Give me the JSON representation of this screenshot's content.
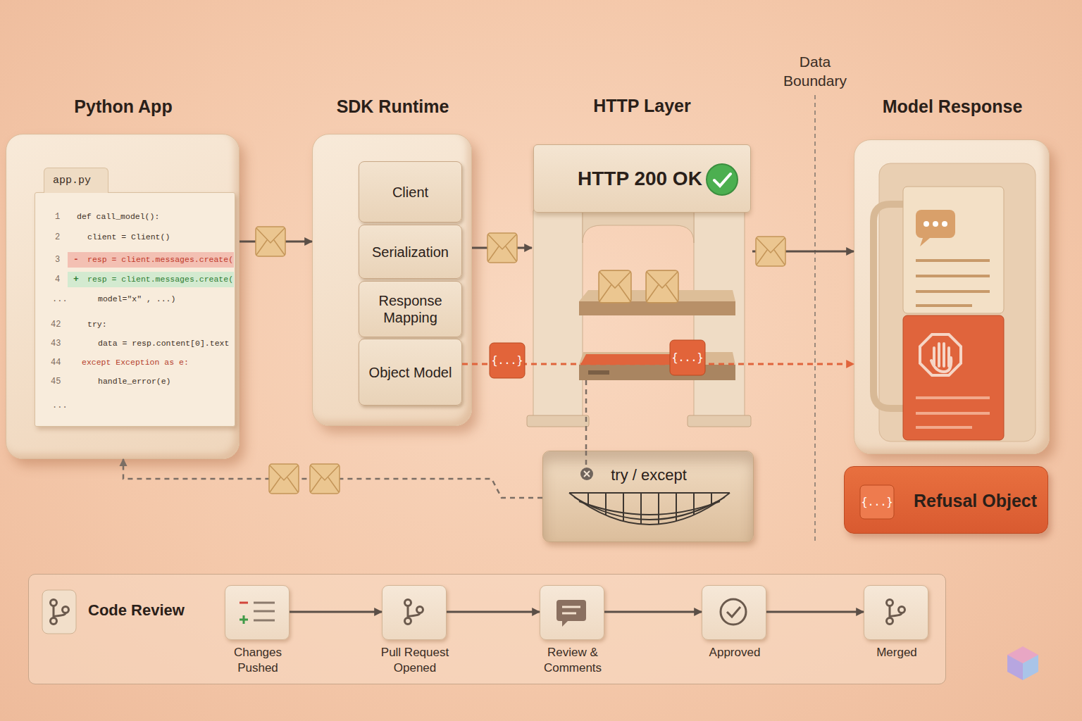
{
  "diagram": {
    "nodes": [
      {
        "text": [
          "Python App"
        ]
      },
      {
        "text": [
          "app.py",
          "1",
          "def call_model():",
          "2",
          "client = Client()",
          "3",
          "-",
          "resp = client.messages.create(",
          "4",
          "+",
          "resp = client.messages.create(",
          "...",
          "model=\"x\" , ...)",
          "42",
          "try:",
          "43",
          "data = resp.content[0].text",
          "44",
          "except Exception as e:",
          "45",
          "handle_error(e)",
          "..."
        ],
        "in": 0
      },
      {
        "text": [
          "SDK Runtime"
        ]
      },
      {
        "text": [
          "Client"
        ],
        "in": 2
      },
      {
        "text": [
          "Serialization"
        ],
        "in": 2
      },
      {
        "text": [
          "Response Mapping"
        ],
        "in": 2
      },
      {
        "text": [
          "Object Model"
        ],
        "in": 2
      },
      {
        "text": [
          "HTTP Layer"
        ]
      },
      {
        "text": [
          "HTTP 200 OK"
        ],
        "in": 7
      },
      {
        "text": [
          "Model Response"
        ]
      },
      {
        "text": [
          "Refusal Object"
        ]
      },
      {
        "text": [
          "try / except"
        ]
      },
      {
        "text": [
          "Code Review"
        ]
      },
      {
        "text": [
          "Changes Pushed"
        ],
        "in": 12
      },
      {
        "text": [
          "Pull Request Opened"
        ],
        "in": 12
      },
      {
        "text": [
          "Review & Comments"
        ],
        "in": 12
      },
      {
        "text": [
          "Approved"
        ],
        "in": 12
      },
      {
        "text": [
          "Merged"
        ],
        "in": 12
      }
    ],
    "edges": [
      {
        "from": 0,
        "to": 2,
        "arrow": "to"
      },
      {
        "from": 2,
        "to": 7,
        "arrow": "to"
      },
      {
        "from": 7,
        "to": 9,
        "arrow": "to"
      },
      {
        "from": 6,
        "to": 9,
        "arrow": "to"
      },
      {
        "from": 7,
        "to": 11,
        "arrow": "none"
      },
      {
        "from": 11,
        "to": 0,
        "arrow": "to"
      },
      {
        "from": 13,
        "to": 14,
        "arrow": "to"
      },
      {
        "from": 14,
        "to": 15,
        "arrow": "to"
      },
      {
        "from": 15,
        "to": 16,
        "arrow": "to"
      },
      {
        "from": 16,
        "to": 17,
        "arrow": "to"
      }
    ],
    "labels": [
      "Data Boundary",
      "{...}",
      "{...}",
      "{...}"
    ]
  }
}
